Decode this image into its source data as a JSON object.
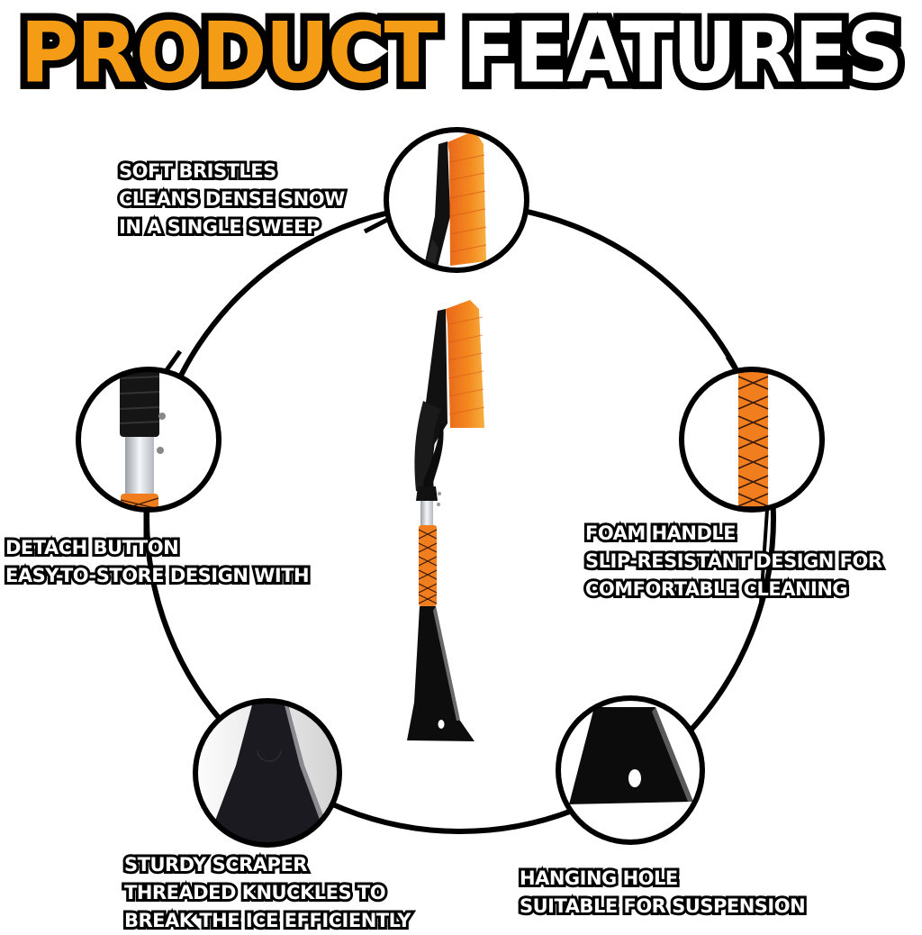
{
  "title": {
    "part1": "PRODUCT",
    "part2": "FEATURES",
    "colors": {
      "part1": "#f59a12",
      "part2": "#ffffff",
      "outline": "#000000"
    }
  },
  "product": {
    "name": "snow brush with ice scraper",
    "colors": {
      "bristles": "#f08a1c",
      "handle_foam": "#f07d1e",
      "body": "#111111",
      "shaft": "#c8ccd0"
    }
  },
  "features": [
    {
      "id": "soft-bristles",
      "title": "SOFT BRISTLES",
      "lines": [
        "CLEANS DENSE SNOW",
        "IN A SINGLE SWEEP"
      ]
    },
    {
      "id": "detach-button",
      "title": "DETACH BUTTON",
      "lines": [
        "EASY-TO-STORE DESIGN WITH"
      ]
    },
    {
      "id": "foam-handle",
      "title": "FOAM HANDLE",
      "lines": [
        "SLIP-RESISTANT DESIGN FOR",
        "COMFORTABLE CLEANING"
      ]
    },
    {
      "id": "sturdy-scraper",
      "title": "STURDY SCRAPER",
      "lines": [
        "THREADED KNUCKLES TO",
        "BREAK THE ICE EFFICIENTLY"
      ]
    },
    {
      "id": "hanging-hole",
      "title": "HANGING HOLE",
      "lines": [
        "SUITABLE FOR SUSPENSION"
      ]
    }
  ]
}
